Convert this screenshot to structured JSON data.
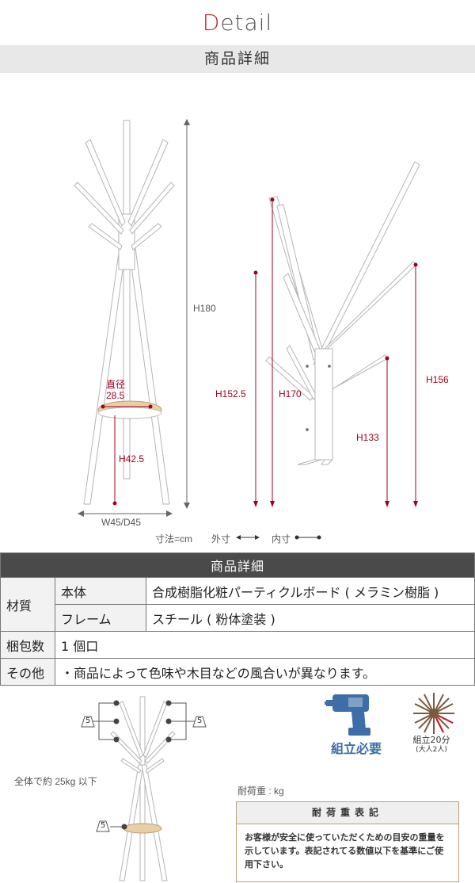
{
  "header": {
    "title_first": "D",
    "title_rest": "etail",
    "subtitle": "商品詳細"
  },
  "dimensions": {
    "height_total": "H180",
    "diameter_label_line1": "直径",
    "diameter_label_line2": "28.5",
    "tray_height": "H42.5",
    "width_depth": "W45/D45",
    "hook_h1525": "H152.5",
    "hook_h170": "H170",
    "hook_h133": "H133",
    "hook_h156": "H156",
    "unit_note": "寸法=cm",
    "outer_label": "外寸",
    "inner_label": "内寸"
  },
  "spec_table": {
    "header": "商品詳細",
    "material_label": "材質",
    "body_label": "本体",
    "body_value": "合成樹脂化粧パーティクルボード ( メラミン樹脂 )",
    "frame_label": "フレーム",
    "frame_value": "スチール ( 粉体塗装 )",
    "package_label": "梱包数",
    "package_value": "1 個口",
    "other_label": "その他",
    "other_value": "・商品によって色味や木目などの風合いが異なります。"
  },
  "load": {
    "total_note": "全体で約 25kg 以下",
    "hook_load": "5",
    "weight_unit_label": "耐荷重 : kg",
    "box_title": "耐荷重表記",
    "box_text": "お客様が安全に使っていただくための目安の重量を示しています。表記されてる数値以下を基準にご使用下さい。"
  },
  "assembly": {
    "required": "組立必要",
    "time": "組立20分",
    "people": "(大人2人)"
  },
  "colors": {
    "accent_red": "#c0202e",
    "dimension_red": "#a3001f",
    "table_header": "#4a4a4a",
    "assembly_blue": "#3d6ea8",
    "wood": "#e8cfa6"
  }
}
